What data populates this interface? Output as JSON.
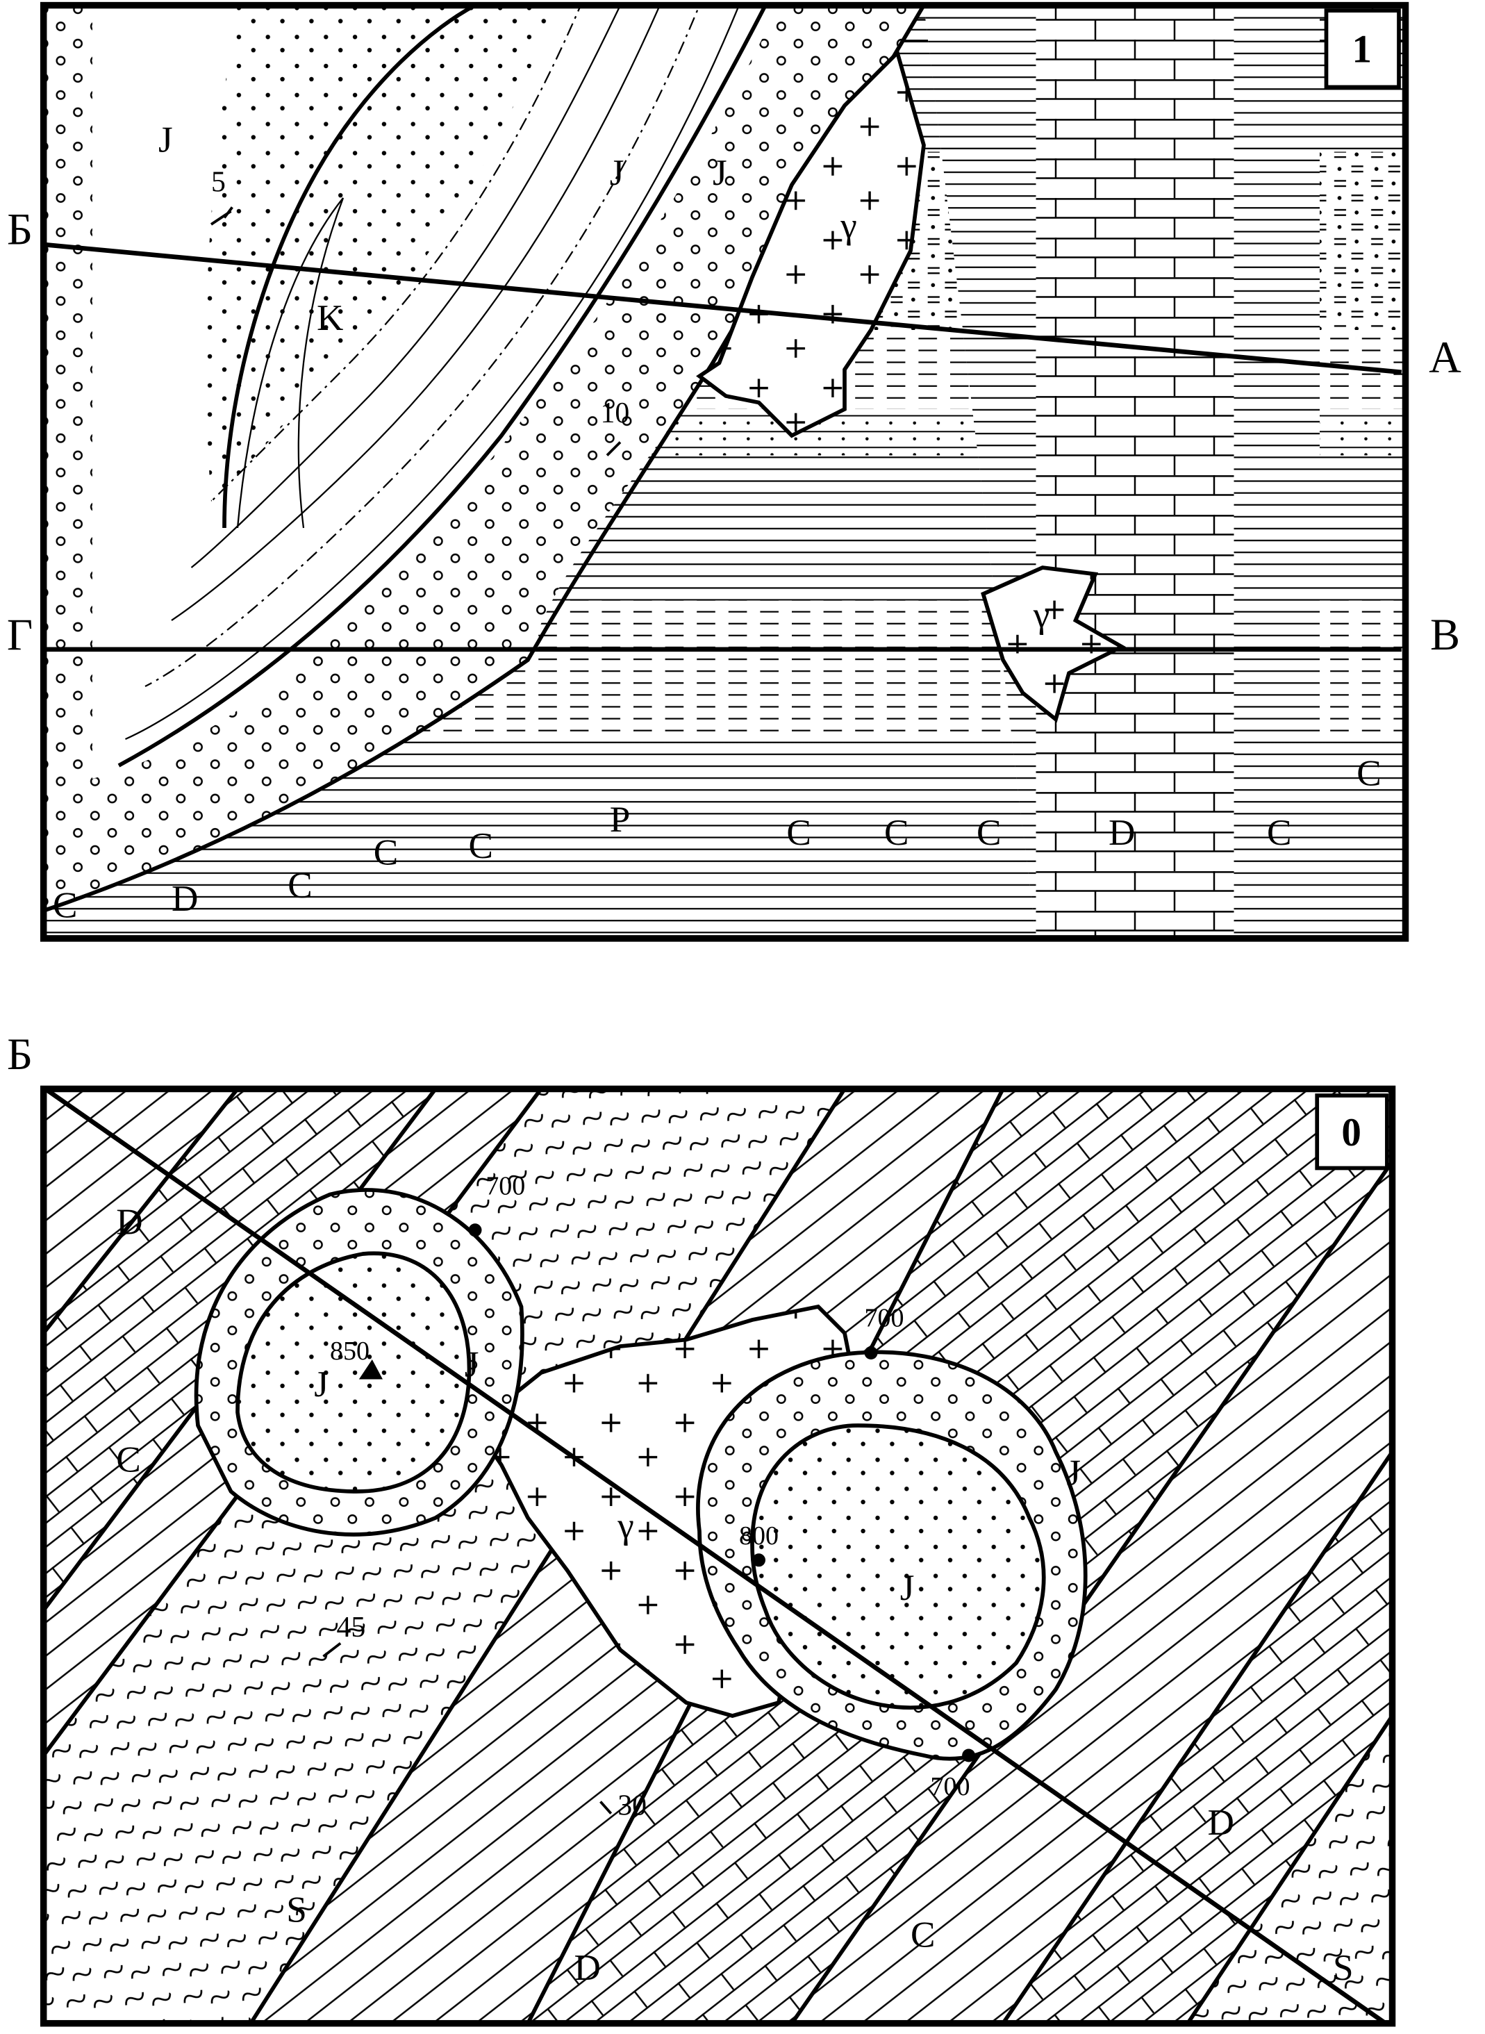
{
  "colors": {
    "ink": "#000000",
    "paper": "#ffffff"
  },
  "map_top": {
    "number": "1",
    "edge_labels": {
      "b": "Б",
      "g": "Г",
      "a": "А",
      "v": "В"
    },
    "dips": {
      "a": "5",
      "b": "10"
    },
    "labels": {
      "j3_left": "J",
      "k1": "K",
      "j3_mid": "J",
      "j2": "J",
      "gamma1": "γ",
      "gamma2": "γ",
      "c1_top": "C",
      "d1_top": "D",
      "c1_band": "C",
      "c2_band": "C",
      "c3_band": "C",
      "p_band": "P",
      "c3_low": "C",
      "c2_low": "C",
      "c1_low": "C",
      "d3_low": "D",
      "c1_bottom": "C",
      "c_right": "C"
    }
  },
  "map_bottom": {
    "number": "0",
    "edge_labels": {
      "b": "Б"
    },
    "dips": {
      "a": "45",
      "b": "30"
    },
    "elevations": {
      "e700a": "700",
      "e850": "850",
      "e700b": "700",
      "e800": "800",
      "e700c": "700"
    },
    "labels": {
      "d1": "D",
      "c1": "C",
      "j_top": "J",
      "j_top_ring": "J",
      "gamma": "γ",
      "j_big": "J",
      "j_big_ring": "J",
      "s_left": "S",
      "d_left": "D",
      "c_bottom": "C",
      "d_right": "D",
      "s_right": "S"
    }
  }
}
